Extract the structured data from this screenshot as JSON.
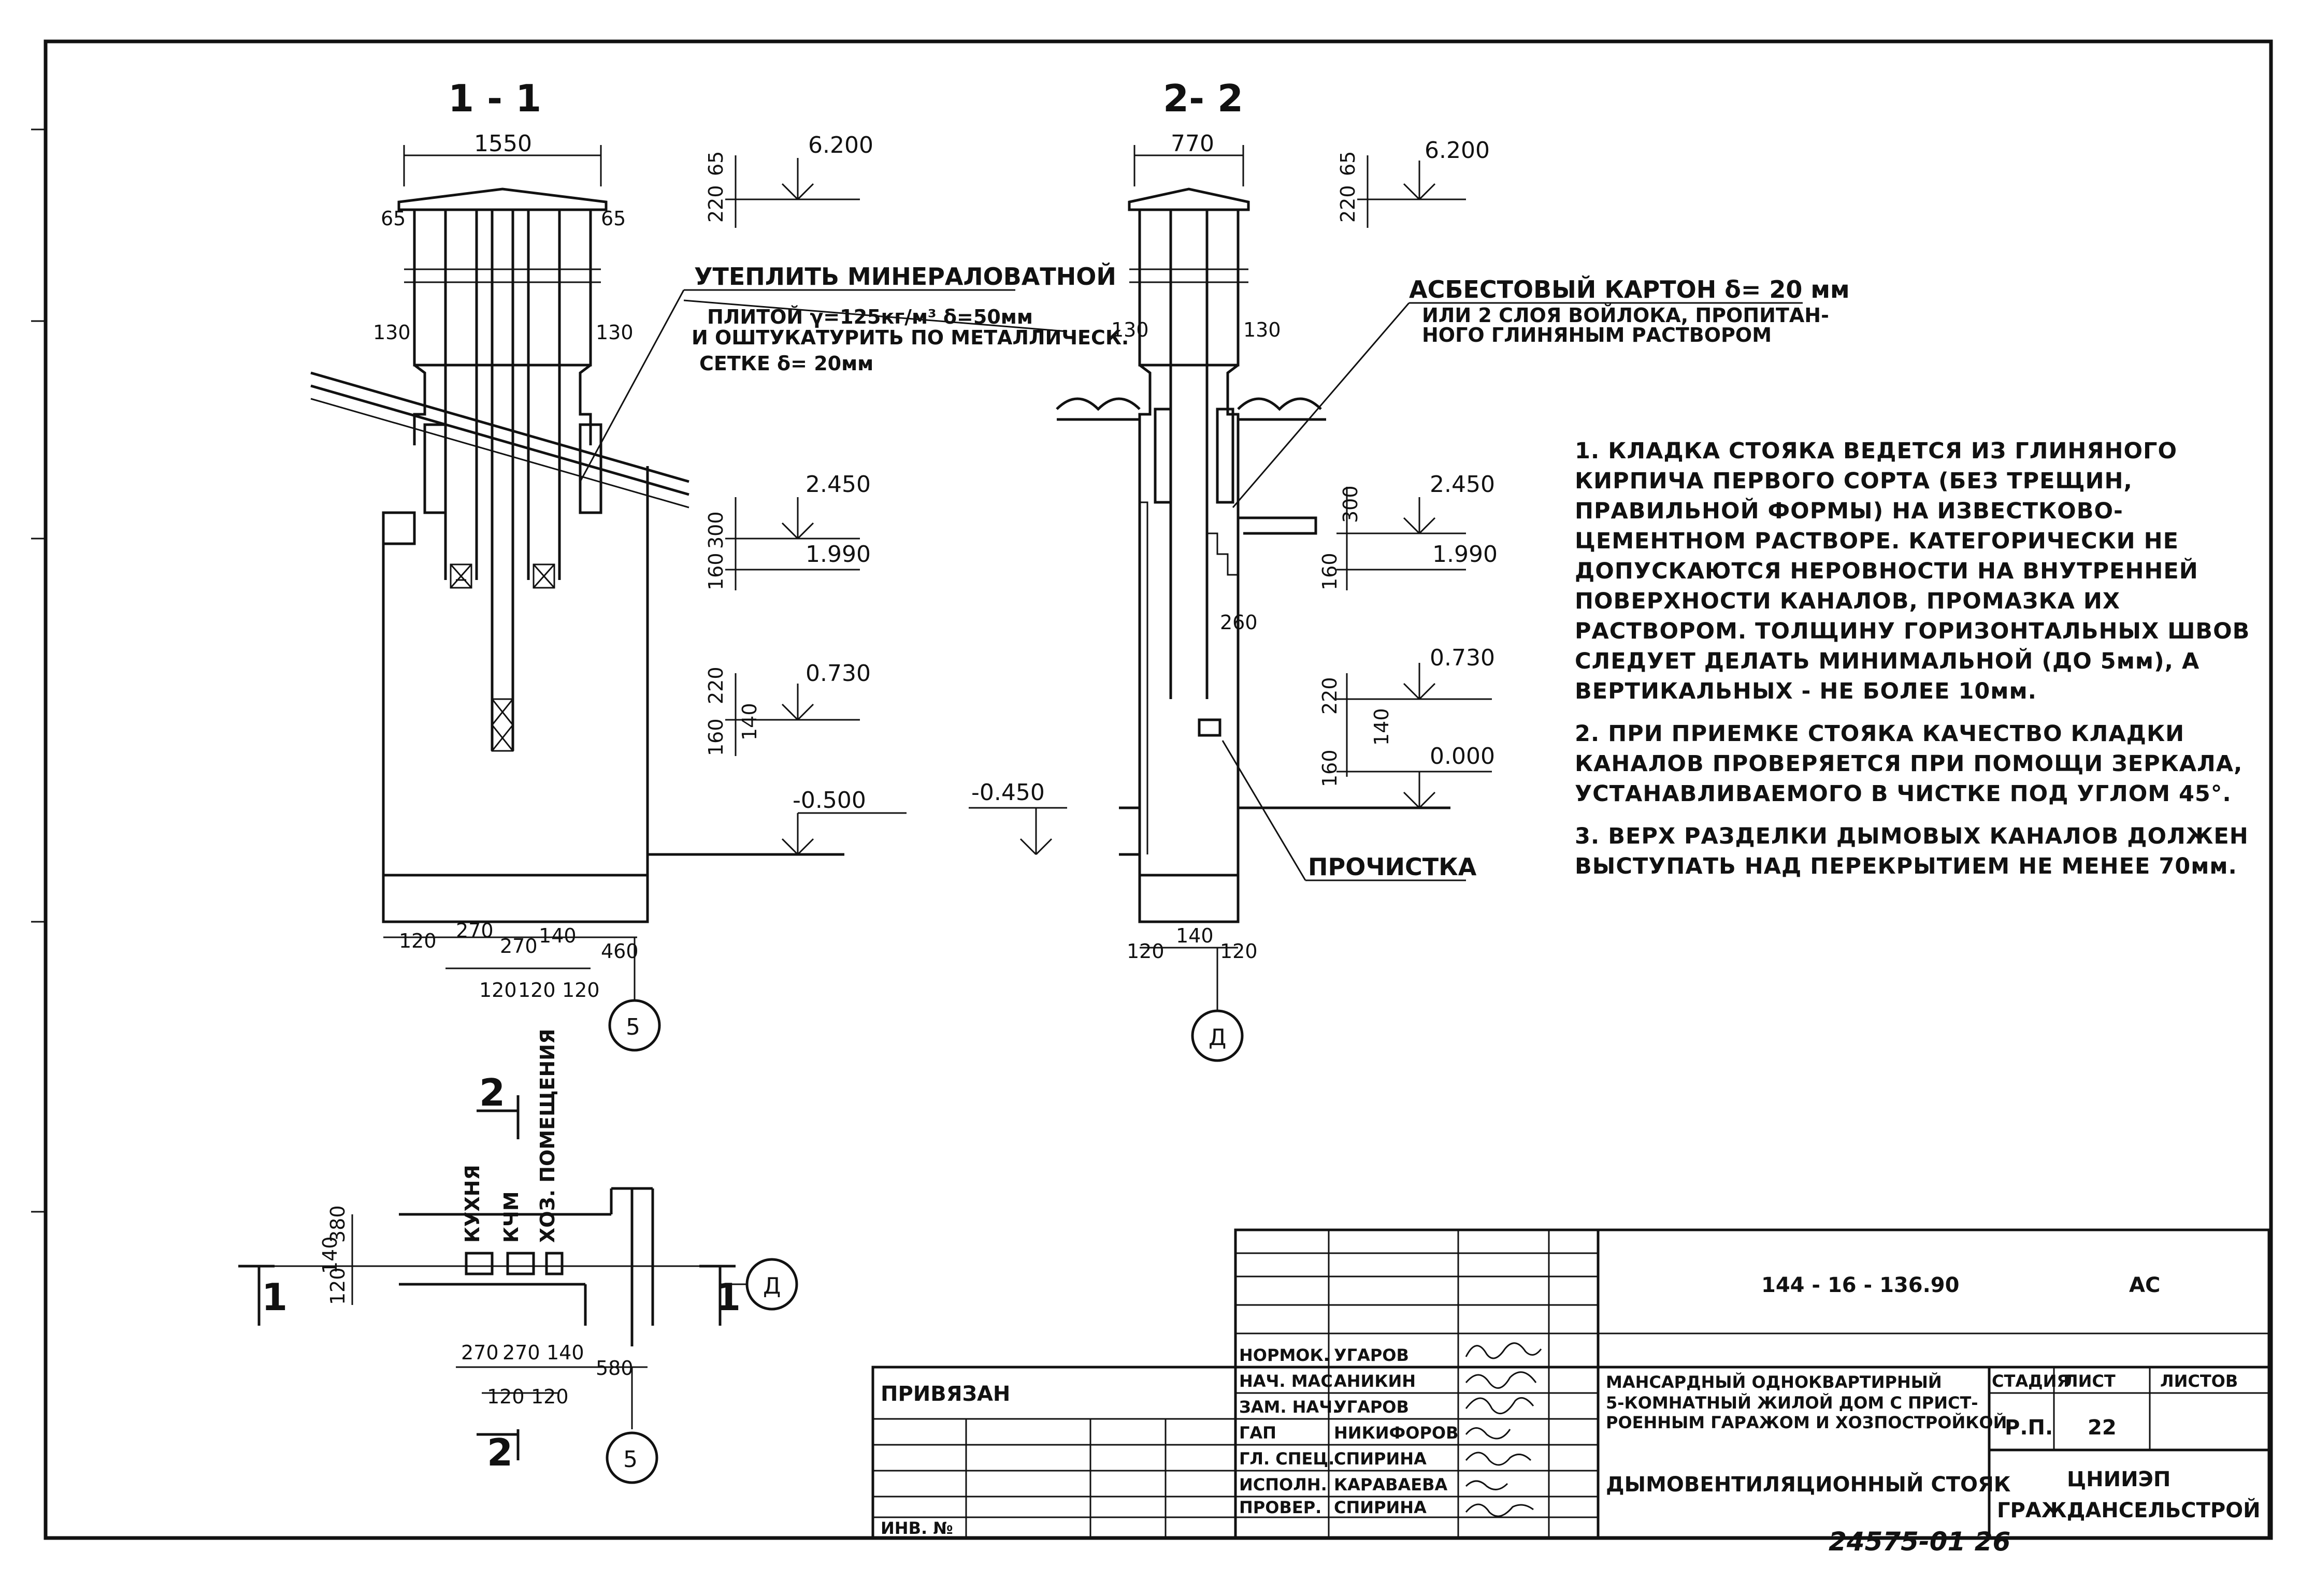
{
  "sections": {
    "s11": {
      "title": "1 - 1",
      "width": "1550",
      "side_left": "65",
      "side_right": "65",
      "wall_left": "130",
      "wall_right": "130",
      "note_line1": "УТЕПЛИТЬ МИНЕРАЛОВАТНОЙ",
      "note_line2": "ПЛИТОЙ γ=125кг/м³  δ=50мм",
      "note_line3": "И ОШТУКАТУРИТЬ ПО МЕТАЛЛИЧЕСК.",
      "note_line4": "СЕТКЕ  δ= 20мм",
      "levels": [
        "6.200",
        "2.450",
        "1.990",
        "0.730",
        "-0.500"
      ],
      "dims_v": [
        "65",
        "220",
        "300",
        "160",
        "220",
        "140",
        "160"
      ],
      "bottom_dims": [
        "120",
        "270",
        "270",
        "140",
        "460",
        "120",
        "120",
        "120"
      ],
      "axis": "5"
    },
    "s22": {
      "title": "2- 2",
      "width": "770",
      "wall_left": "130",
      "wall_right": "130",
      "dim_260": "260",
      "note_line1": "АСБЕСТОВЫЙ КАРТОН  δ= 20 мм",
      "note_line2": "ИЛИ 2 СЛОЯ ВОЙЛОКА, ПРОПИТАН-",
      "note_line3": "НОГО ГЛИНЯНЫМ   РАСТВОРОМ",
      "levels": [
        "6.200",
        "2.450",
        "1.990",
        "0.730",
        "0.000",
        "-0.450"
      ],
      "dims_v": [
        "65",
        "220",
        "300",
        "160",
        "220",
        "140",
        "160"
      ],
      "cleanout": "ПРОЧИСТКА",
      "bottom_dims": [
        "120",
        "140",
        "120"
      ],
      "axis": "Д"
    }
  },
  "plan": {
    "labels": [
      "КУХНЯ",
      "КЧМ",
      "ХОЗ. ПОМЕЩЕНИЯ"
    ],
    "cut1": "1",
    "cut2": "2",
    "dims_v": [
      "380",
      "140",
      "120"
    ],
    "dims_h": [
      "270",
      "270",
      "140",
      "580",
      "120",
      "120"
    ],
    "axis_d": "Д",
    "axis_5": "5"
  },
  "notes": [
    "1. КЛАДКА СТОЯКА ВЕДЕТСЯ ИЗ ГЛИНЯНОГО КИРПИЧА ПЕРВОГО СОРТА (БЕЗ ТРЕЩИН, ПРАВИЛЬНОЙ ФОРМЫ) НА ИЗВЕСТКОВО-ЦЕМЕНТНОМ РАСТВОРЕ. КАТЕГОРИЧЕСКИ НЕ ДОПУСКАЮТСЯ НЕРОВНОСТИ НА ВНУТРЕННЕЙ ПОВЕРХНОСТИ КАНАЛОВ, ПРОМАЗКА ИХ РАСТВОРОМ. ТОЛЩИНУ ГОРИЗОНТАЛЬНЫХ ШВОВ СЛЕДУЕТ ДЕЛАТЬ МИНИМАЛЬНОЙ (ДО 5мм), А ВЕРТИКАЛЬНЫХ - НЕ БОЛЕЕ 10мм.",
    "2. ПРИ ПРИЕМКЕ СТОЯКА КАЧЕСТВО КЛАДКИ КАНАЛОВ ПРОВЕРЯЕТСЯ ПРИ ПОМОЩИ ЗЕРКАЛА, УСТАНАВЛИВАЕМОГО В ЧИСТКЕ ПОД УГЛОМ 45°.",
    "3. ВЕРХ РАЗДЕЛКИ ДЫМОВЫХ КАНАЛОВ ДОЛЖЕН ВЫСТУПАТЬ НАД ПЕРЕКРЫТИЕМ НЕ МЕНЕЕ 70мм."
  ],
  "title_block": {
    "doc_code": "144 - 16 - 136.90",
    "doc_mark": "АС",
    "project_line1": "МАНСАРДНЫЙ ОДНОКВАРТИРНЫЙ",
    "project_line2": "5-КОМНАТНЫЙ ЖИЛОЙ ДОМ С ПРИСТ-",
    "project_line3": "РОЕННЫМ ГАРАЖОМ И ХОЗПОСТРОЙКОЙ",
    "sheet_title": "ДЫМОВЕНТИЛЯЦИОННЫЙ СТОЯК",
    "stage_header": "СТАДИЯ",
    "sheet_header": "ЛИСТ",
    "sheets_header": "ЛИСТОВ",
    "stage": "Р.П.",
    "sheet": "22",
    "sheets": "",
    "org_line1": "ЦНИИЭП",
    "org_line2": "ГРАЖДАНСЕЛЬСТРОЙ",
    "privyazan": "ПРИВЯЗАН",
    "inv": "ИНВ. №",
    "roles": [
      {
        "role": "НОРМОК.",
        "name": "УГАРОВ"
      },
      {
        "role": "НАЧ. МАС",
        "name": "АНИКИН"
      },
      {
        "role": "ЗАМ. НАЧ.",
        "name": "УГАРОВ"
      },
      {
        "role": "ГАП",
        "name": "НИКИФОРОВ"
      },
      {
        "role": "ГЛ. СПЕЦ.",
        "name": "СПИРИНА"
      },
      {
        "role": "ИСПОЛН.",
        "name": "КАРАВАЕВА"
      },
      {
        "role": "ПРОВЕР.",
        "name": "СПИРИНА"
      }
    ]
  },
  "footer": "24575-01  26"
}
